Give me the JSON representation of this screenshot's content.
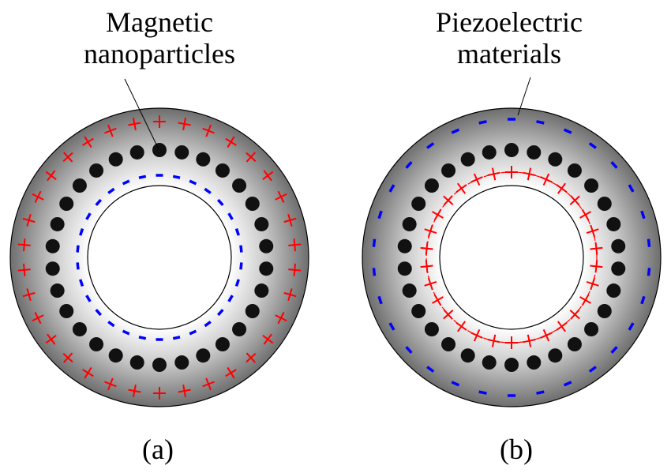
{
  "panels": [
    {
      "id": "a",
      "caption": "(a)",
      "label_lines": [
        "Magnetic",
        "nanoparticles"
      ],
      "label_target": "nanoparticle",
      "outer_charge": {
        "sign": "+",
        "color": "#ff0000",
        "count": 34
      },
      "inner_charge": {
        "sign": "-",
        "color": "#0000ff",
        "count": 30
      },
      "nanoparticle_count": 30
    },
    {
      "id": "b",
      "caption": "(b)",
      "label_lines": [
        "Piezoelectric",
        "materials"
      ],
      "label_target": "ring",
      "outer_charge": {
        "sign": "-",
        "color": "#0000ff",
        "count": 30
      },
      "inner_charge": {
        "sign": "+",
        "color": "#ff0000",
        "count": 30
      },
      "nanoparticle_count": 30
    }
  ],
  "colors": {
    "ring_light": "#f2f2f2",
    "ring_dark": "#6e6e6e",
    "particle": "#111111",
    "outline": "#000000"
  }
}
